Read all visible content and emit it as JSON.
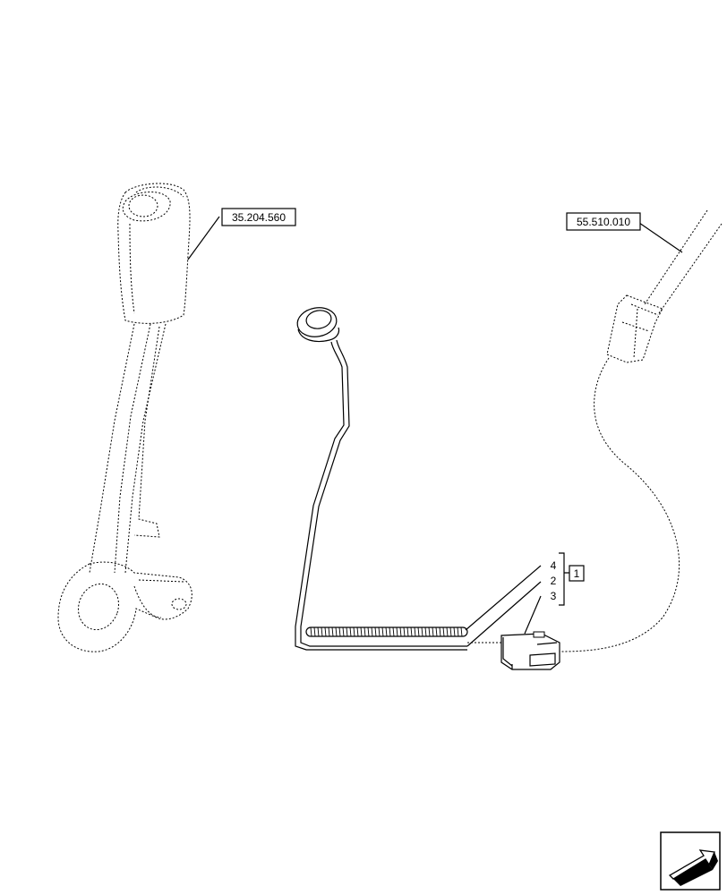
{
  "references": {
    "lever_ref": "35.204.560",
    "harness_ref": "55.510.010"
  },
  "callouts": {
    "item_4": "4",
    "item_2": "2",
    "item_3": "3",
    "group_item": "1"
  },
  "nav_icon": "next-page-arrow-icon"
}
